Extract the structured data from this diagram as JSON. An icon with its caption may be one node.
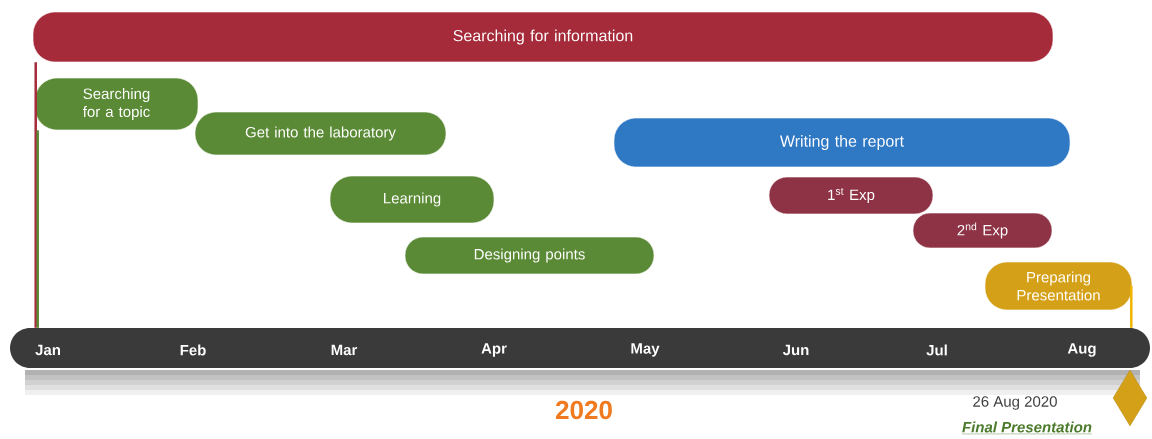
{
  "diagram": {
    "nodes": [
      {
        "text": [
          "Searching for information"
        ]
      },
      {
        "text": [
          "Searching for a topic"
        ]
      },
      {
        "text": [
          "Get into the laboratory"
        ]
      },
      {
        "text": [
          "Learning"
        ]
      },
      {
        "text": [
          "Designing points"
        ]
      },
      {
        "text": [
          "Writing the report"
        ]
      },
      {
        "text": [
          "1$^{st}$ Exp"
        ]
      },
      {
        "text": [
          "2$^{nd}$ Exp"
        ]
      },
      {
        "text": [
          "Preparing Presentation"
        ]
      },
      {
        "text": [
          "Jan",
          "Feb",
          "Mar",
          "Apr",
          "May",
          "Jun",
          "Jul",
          "Aug"
        ]
      },
      {
        "text": [],
        "shape": "diamond",
        "beside": [
          "26 Aug 2020",
          "Final Presentation"
        ]
      }
    ],
    "edges": [
      {
        "from": 0,
        "to": 9,
        "arrow": "none",
        "color": "#a52a3a"
      },
      {
        "from": 1,
        "to": 9,
        "arrow": "none",
        "color": "#5b8a36"
      },
      {
        "from": 8,
        "to": 9,
        "arrow": "none",
        "color": "#f0b400"
      }
    ],
    "labels": [
      "2020"
    ]
  }
}
